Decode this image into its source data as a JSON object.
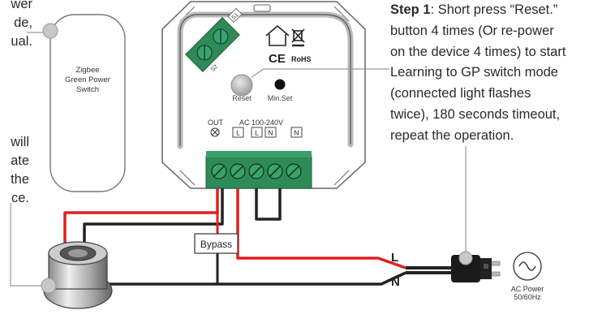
{
  "left_note_top": [
    "wer",
    "de,",
    "ual."
  ],
  "left_note_bottom": [
    "will",
    "ate",
    "the",
    "ce."
  ],
  "switch_label": [
    "Zigbee",
    "Green Power",
    "Switch"
  ],
  "module": {
    "reset_label": "Reset",
    "minset_label": "Min.Set",
    "rohs_label": "RoHS",
    "ce_label": "CE",
    "s1_label": "S1",
    "s2_label": "S2",
    "out_label": "OUT",
    "ac_label": "AC 100-240V",
    "terminals": [
      "L",
      "L",
      "N",
      "N"
    ]
  },
  "bypass_label": "Bypass",
  "wire_l_label": "L",
  "wire_n_label": "N",
  "ac_power_label": [
    "AC Power",
    "50/60Hz"
  ],
  "step": {
    "title": "Step 1",
    "lines": [
      ": Short press “Reset.”",
      "button 4 times (Or re-power",
      "on the device 4 times) to start",
      "Learning to GP switch mode",
      "(connected light flashes",
      "twice), 180 seconds timeout,",
      "repeat the operation."
    ]
  },
  "colors": {
    "live_wire": "#e02020",
    "neutral_wire": "#222222",
    "terminal_green": "#2e8b57",
    "outline": "#555555",
    "pointer": "#999999"
  }
}
